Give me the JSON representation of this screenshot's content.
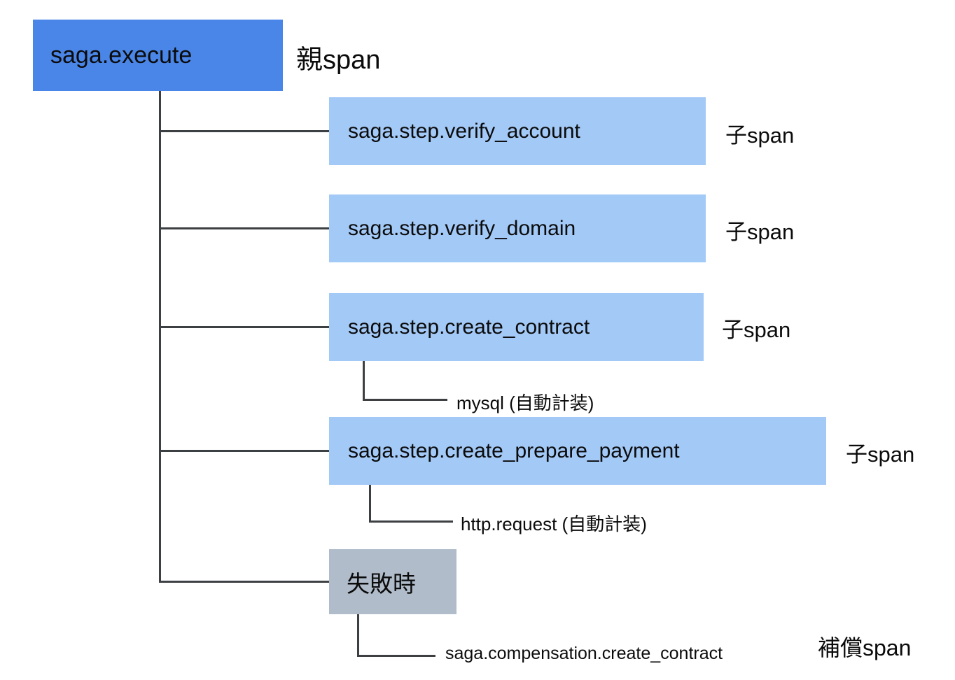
{
  "diagram": {
    "root": {
      "label": "saga.execute",
      "annotation": "親span"
    },
    "children": [
      {
        "label": "saga.step.verify_account",
        "annotation": "子span"
      },
      {
        "label": "saga.step.verify_domain",
        "annotation": "子span"
      },
      {
        "label": "saga.step.create_contract",
        "annotation": "子span",
        "auto_instrumented_span": "mysql (自動計装)"
      },
      {
        "label": "saga.step.create_prepare_payment",
        "annotation": "子span",
        "auto_instrumented_span": "http.request (自動計装)"
      }
    ],
    "failure": {
      "label": "失敗時",
      "compensation_span": "saga.compensation.create_contract",
      "annotation": "補償span"
    },
    "colors": {
      "root_box": "#4A86E8",
      "child_box": "#A3C9F7",
      "failure_box": "#B0BCCA",
      "line": "#3d4043",
      "background": "#FFFFFF",
      "text": "#0b0b0b"
    }
  }
}
